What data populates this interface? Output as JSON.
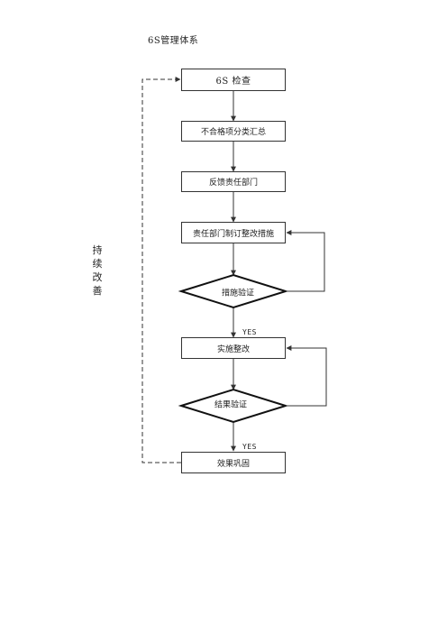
{
  "title": "6S管理体系",
  "steps": {
    "check": "6S 检查",
    "summary": "不合格项分类汇总",
    "feedback": "反馈责任部门",
    "plan": "责任部门制订整改措施",
    "verify_measures": "措施验证",
    "implement": "实施整改",
    "verify_result": "结果验证",
    "consolidate": "效果巩固"
  },
  "labels": {
    "yes1": "YES",
    "yes2": "YES",
    "continuous": "持续改善"
  },
  "colors": {
    "line": "#333333",
    "background": "#ffffff"
  }
}
